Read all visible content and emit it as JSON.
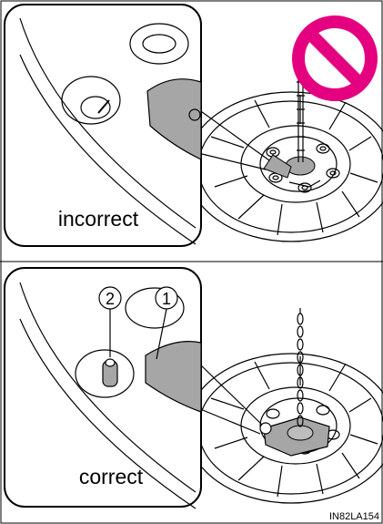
{
  "panels": {
    "top": {
      "label": "incorrect"
    },
    "bottom": {
      "label": "correct"
    }
  },
  "callouts": {
    "one": "1",
    "two": "2"
  },
  "figure_code": "IN82LA154",
  "prohibition_color": "#e4007f",
  "highlight_color": "#a6a6a6"
}
